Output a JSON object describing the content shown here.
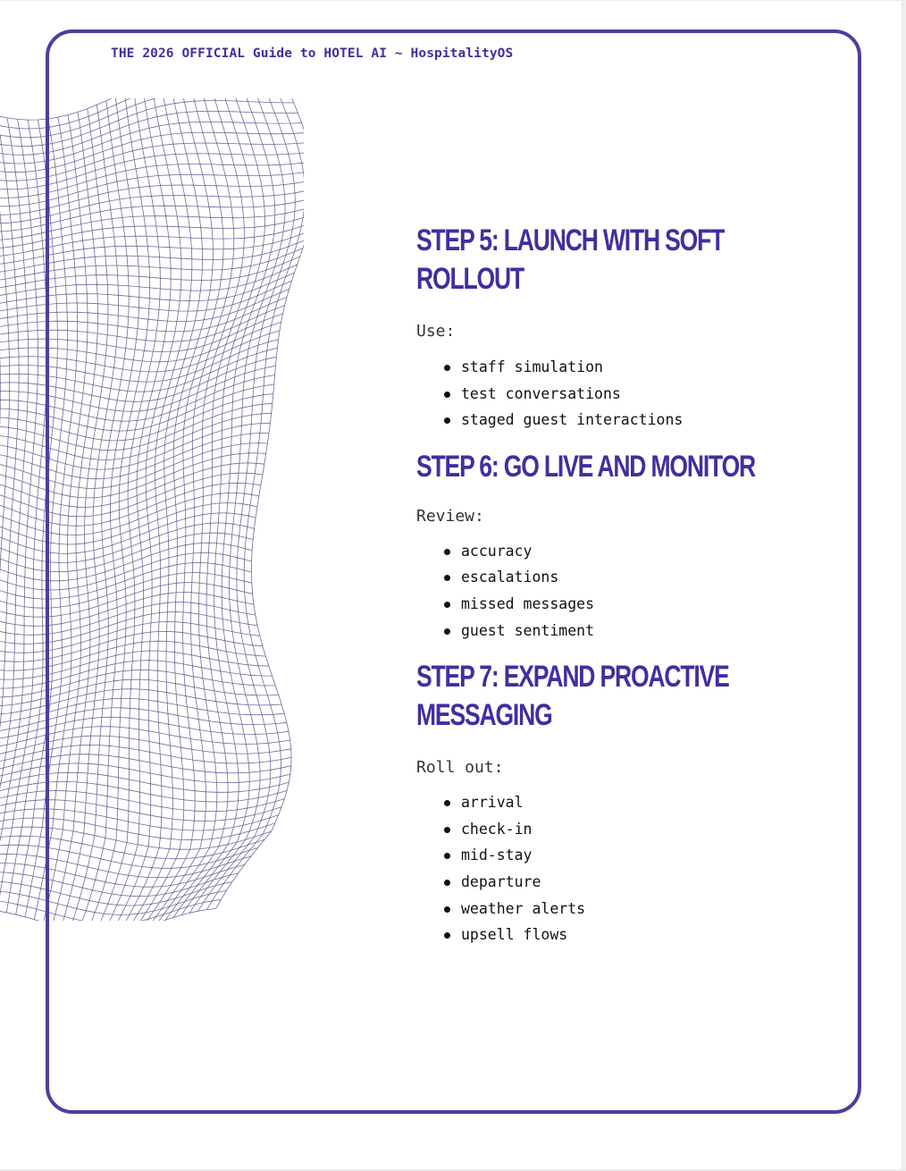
{
  "document": {
    "running_header": "THE 2026 OFFICIAL Guide to HOTEL AI ~ HospitalityOS",
    "accent_color": "#3f2fa0",
    "frame_color": "#4a3f9e",
    "decoration": "wireframe-mesh-wave"
  },
  "sections": [
    {
      "heading": "STEP 5: LAUNCH WITH SOFT ROLLOUT",
      "intro": "Use:",
      "items": [
        "staff simulation",
        "test conversations",
        "staged guest interactions"
      ]
    },
    {
      "heading": "STEP 6: GO LIVE AND MONITOR",
      "intro": "Review:",
      "items": [
        "accuracy",
        "escalations",
        "missed messages",
        "guest sentiment"
      ]
    },
    {
      "heading": "STEP 7: EXPAND PROACTIVE MESSAGING",
      "intro": "Roll out:",
      "items": [
        "arrival",
        "check-in",
        "mid-stay",
        "departure",
        "weather alerts",
        "upsell flows"
      ]
    }
  ]
}
